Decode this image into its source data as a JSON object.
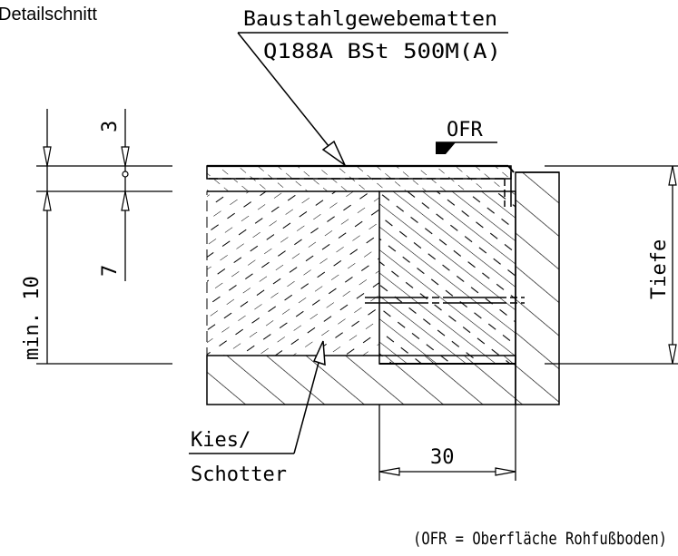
{
  "title": "Detailschnitt",
  "labels": {
    "mesh_line1": "Baustahlgewebematten",
    "mesh_line2": "Q188A BSt 500M(A)",
    "ofr": "OFR",
    "gravel_line1": "Kies/",
    "gravel_line2": "Schotter",
    "depth": "Tiefe",
    "footnote": "(OFR = Oberfläche Rohfußboden)"
  },
  "dimensions": {
    "top_layer": "3",
    "second_layer": "7",
    "total_min": "min. 10",
    "width": "30"
  }
}
